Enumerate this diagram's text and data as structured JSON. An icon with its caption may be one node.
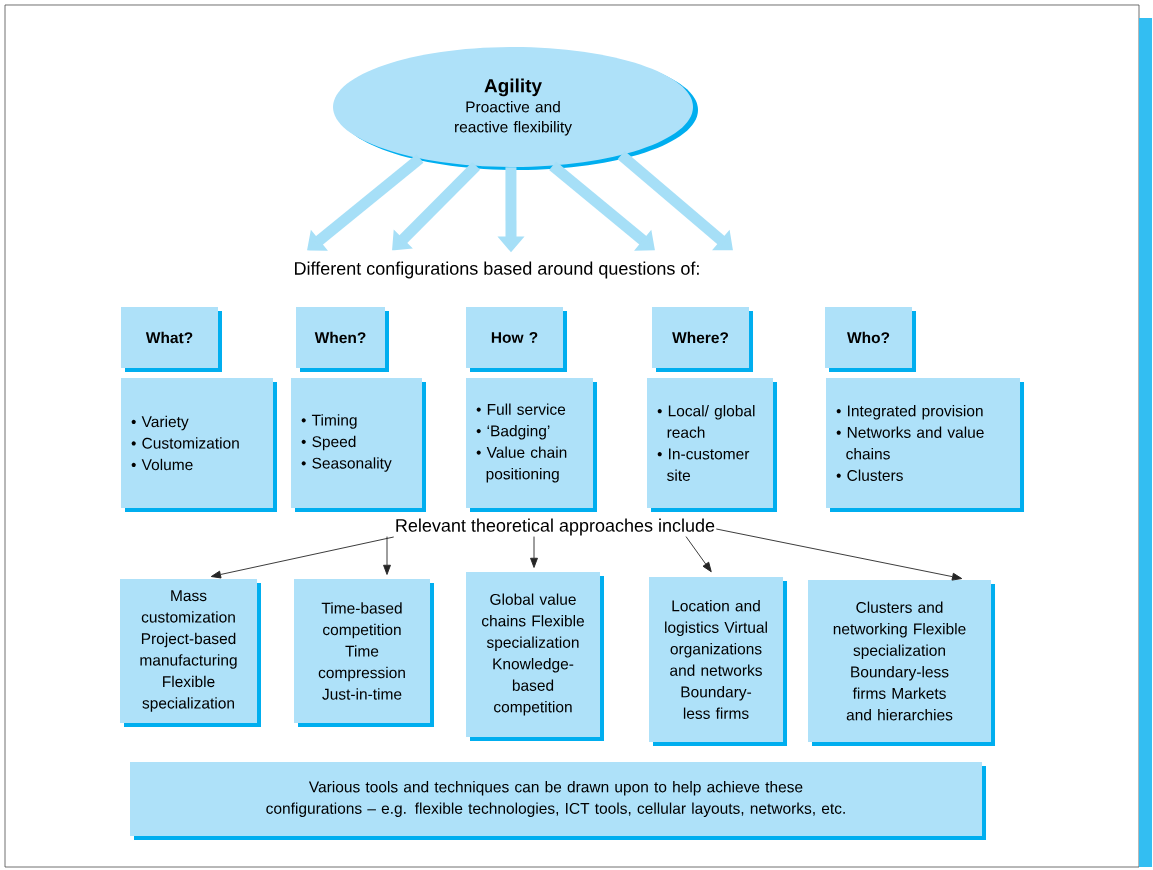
{
  "diagram": {
    "nodes": [
      {
        "text": [
          "Agility",
          "Proactive and reactive flexibility"
        ]
      },
      {
        "text": [
          "Different configurations based around questions of:"
        ]
      },
      {
        "text": [
          "What?"
        ]
      },
      {
        "text": [
          "When?"
        ]
      },
      {
        "text": [
          "How ?"
        ]
      },
      {
        "text": [
          "Where?"
        ]
      },
      {
        "text": [
          "Who?"
        ]
      },
      {
        "text": [
          "• Variety",
          "• Customization",
          "• Volume"
        ]
      },
      {
        "text": [
          "• Timing",
          "• Speed",
          "• Seasonality"
        ]
      },
      {
        "text": [
          "• Full service",
          "• ‘Badging’",
          "• Value chain positioning"
        ]
      },
      {
        "text": [
          "• Local/ global reach",
          "• In-customer site"
        ]
      },
      {
        "text": [
          "• Integrated provision",
          "• Networks and value chains",
          "• Clusters"
        ]
      },
      {
        "text": [
          "Relevant theoretical approaches include"
        ]
      },
      {
        "text": [
          "Mass customization Project-based manufacturing Flexible specialization"
        ]
      },
      {
        "text": [
          "Time-based competition Time compression Just-in-time"
        ]
      },
      {
        "text": [
          "Global value chains Flexible specialization Knowledge-based competition"
        ]
      },
      {
        "text": [
          "Location and logistics Virtual organizations and networks Boundary-less firms"
        ]
      },
      {
        "text": [
          "Clusters and networking Flexible specialization Boundary-less firms Markets and hierarchies"
        ]
      },
      {
        "text": [
          "Various tools and techniques can be drawn upon to help achieve these configurations – e.g. flexible technologies, ICT tools, cellular layouts, networks, etc."
        ]
      }
    ],
    "edges": [
      {
        "from": 0,
        "to": 1,
        "arrow": "to",
        "style": "thick",
        "color": "#a6dff7"
      },
      {
        "from": 0,
        "to": 1,
        "arrow": "to",
        "style": "thick",
        "color": "#a6dff7"
      },
      {
        "from": 0,
        "to": 1,
        "arrow": "to",
        "style": "thick",
        "color": "#a6dff7"
      },
      {
        "from": 0,
        "to": 1,
        "arrow": "to",
        "style": "thick",
        "color": "#a6dff7"
      },
      {
        "from": 0,
        "to": 1,
        "arrow": "to",
        "style": "thick",
        "color": "#a6dff7"
      },
      {
        "from": 12,
        "to": 13,
        "arrow": "to",
        "color": "#262626"
      },
      {
        "from": 12,
        "to": 14,
        "arrow": "to",
        "color": "#262626"
      },
      {
        "from": 12,
        "to": 15,
        "arrow": "to",
        "color": "#262626"
      },
      {
        "from": 12,
        "to": 16,
        "arrow": "to",
        "color": "#262626"
      },
      {
        "from": 12,
        "to": 17,
        "arrow": "to",
        "color": "#262626"
      }
    ]
  }
}
